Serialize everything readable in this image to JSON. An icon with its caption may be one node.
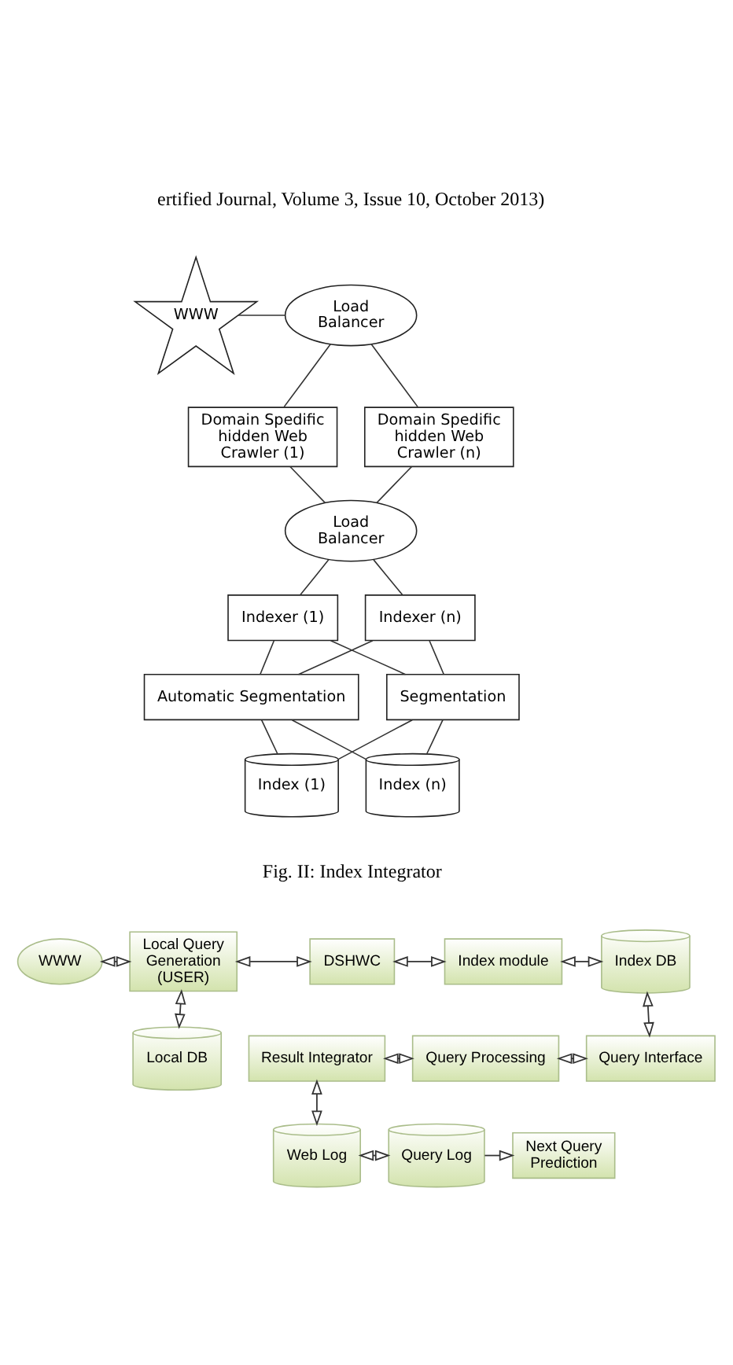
{
  "diagram": {
    "nodes": [
      {
        "text": [
          "WWW"
        ]
      },
      {
        "text": [
          "Load Balancer"
        ]
      },
      {
        "text": [
          "Domain Spedific hidden Web Crawler (1)"
        ]
      },
      {
        "text": [
          "Domain Spedific hidden Web Crawler (n)"
        ]
      },
      {
        "text": [
          "Load Balancer"
        ]
      },
      {
        "text": [
          "Indexer (1)"
        ]
      },
      {
        "text": [
          "Indexer (n)"
        ]
      },
      {
        "text": [
          "Automatic Segmentation"
        ]
      },
      {
        "text": [
          "Segmentation"
        ]
      },
      {
        "text": [
          "Index (1)"
        ]
      },
      {
        "text": [
          "Index (n)"
        ]
      },
      {
        "text": [
          "WWW"
        ]
      },
      {
        "text": [
          "Local Query Generation (USER)"
        ]
      },
      {
        "text": [
          "DSHWC"
        ]
      },
      {
        "text": [
          "Index module"
        ]
      },
      {
        "text": [
          "Index DB"
        ]
      },
      {
        "text": [
          "Local DB"
        ]
      },
      {
        "text": [
          "Result Integrator"
        ]
      },
      {
        "text": [
          "Query Processing"
        ]
      },
      {
        "text": [
          "Query Interface"
        ]
      },
      {
        "text": [
          "Web Log"
        ]
      },
      {
        "text": [
          "Query Log"
        ]
      },
      {
        "text": [
          "Next Query Prediction"
        ]
      }
    ],
    "edges": [
      {
        "from": 0,
        "to": 1,
        "arrow": "none"
      },
      {
        "from": 1,
        "to": 2,
        "arrow": "none"
      },
      {
        "from": 1,
        "to": 3,
        "arrow": "none"
      },
      {
        "from": 2,
        "to": 4,
        "arrow": "none"
      },
      {
        "from": 3,
        "to": 4,
        "arrow": "none"
      },
      {
        "from": 4,
        "to": 5,
        "arrow": "none"
      },
      {
        "from": 4,
        "to": 6,
        "arrow": "none"
      },
      {
        "from": 5,
        "to": 7,
        "arrow": "none"
      },
      {
        "from": 5,
        "to": 8,
        "arrow": "none"
      },
      {
        "from": 6,
        "to": 7,
        "arrow": "none"
      },
      {
        "from": 6,
        "to": 8,
        "arrow": "none"
      },
      {
        "from": 7,
        "to": 9,
        "arrow": "none"
      },
      {
        "from": 7,
        "to": 10,
        "arrow": "none"
      },
      {
        "from": 8,
        "to": 9,
        "arrow": "none"
      },
      {
        "from": 8,
        "to": 10,
        "arrow": "none"
      },
      {
        "from": 11,
        "to": 12,
        "arrow": "both"
      },
      {
        "from": 12,
        "to": 13,
        "arrow": "both"
      },
      {
        "from": 13,
        "to": 14,
        "arrow": "both"
      },
      {
        "from": 14,
        "to": 15,
        "arrow": "both"
      },
      {
        "from": 12,
        "to": 16,
        "arrow": "both"
      },
      {
        "from": 15,
        "to": 19,
        "arrow": "both"
      },
      {
        "from": 18,
        "to": 19,
        "arrow": "both"
      },
      {
        "from": 17,
        "to": 18,
        "arrow": "both"
      },
      {
        "from": 17,
        "to": 20,
        "arrow": "both"
      },
      {
        "from": 20,
        "to": 21,
        "arrow": "both"
      },
      {
        "from": 21,
        "to": 22,
        "arrow": "to"
      }
    ],
    "labels": [
      "ertified Journal, Volume 3, Issue 10, October 2013)",
      "Fig. II: Index Integrator"
    ]
  }
}
